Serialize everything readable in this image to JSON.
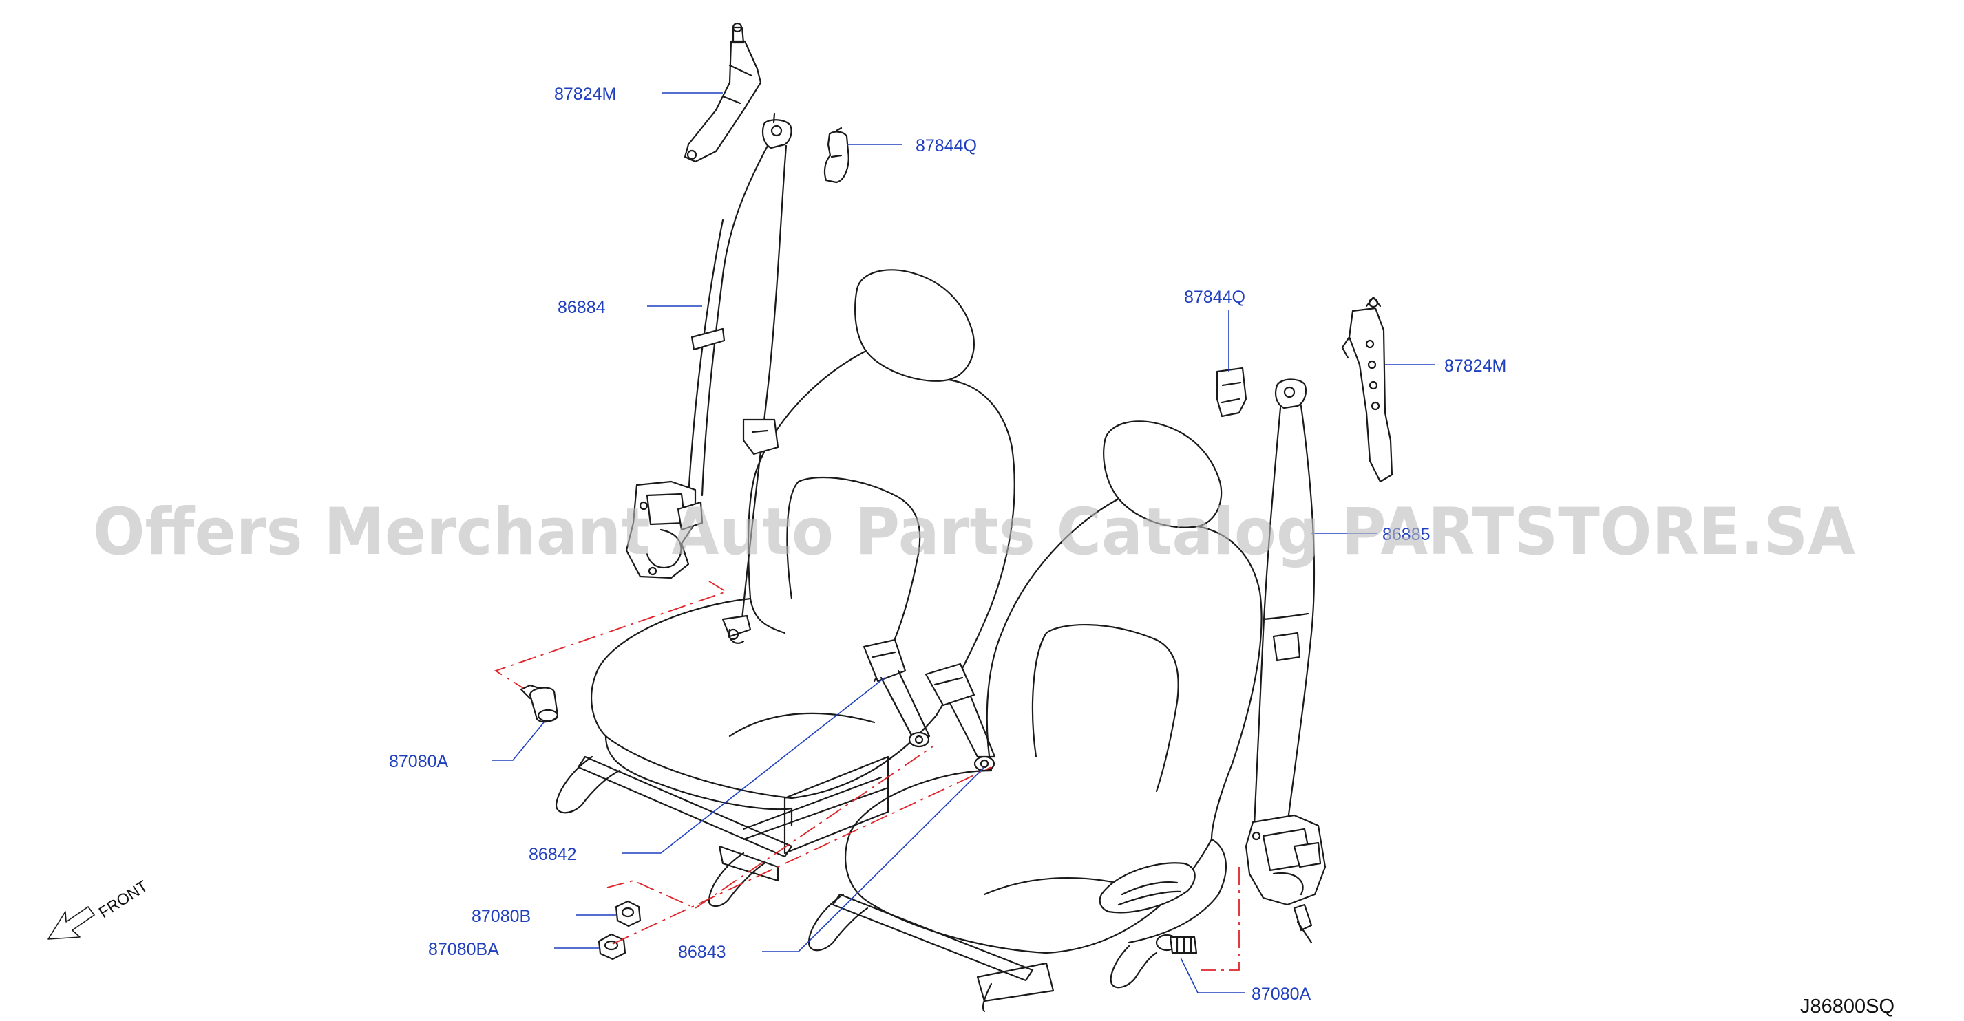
{
  "diagram": {
    "part_labels": [
      {
        "id": "p1",
        "text": "87824M"
      },
      {
        "id": "p2",
        "text": "87844Q"
      },
      {
        "id": "p3",
        "text": "86884"
      },
      {
        "id": "p4",
        "text": "87844Q"
      },
      {
        "id": "p5",
        "text": "87824M"
      },
      {
        "id": "p6",
        "text": "86885"
      },
      {
        "id": "p7",
        "text": "87080A"
      },
      {
        "id": "p8",
        "text": "86842"
      },
      {
        "id": "p9",
        "text": "87080B"
      },
      {
        "id": "p10",
        "text": "87080BA"
      },
      {
        "id": "p11",
        "text": "86843"
      },
      {
        "id": "p12",
        "text": "87080A"
      }
    ],
    "front_label": "FRONT",
    "diagram_code": "J86800SQ",
    "watermark": "Offers Merchant Auto Parts Catalog PARTSTORE.SA",
    "colors": {
      "label_text": "#1f3fbf",
      "leader_line": "#1f3fbf",
      "dash_line": "#e0242a",
      "line_art": "#1a1a1a",
      "watermark": "#bdbdbd"
    }
  }
}
